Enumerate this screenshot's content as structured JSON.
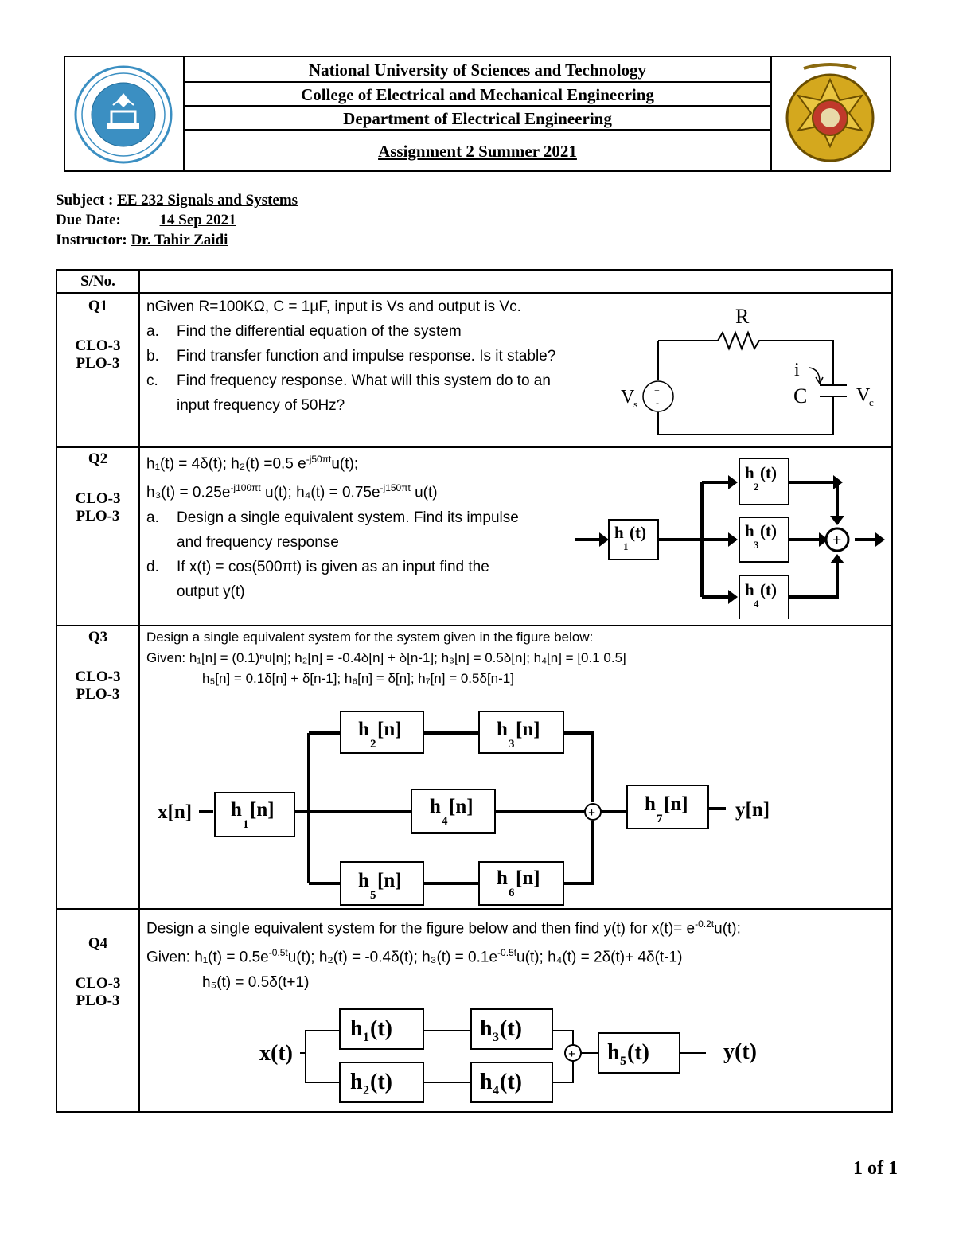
{
  "header": {
    "university": "National University of Sciences and Technology",
    "college": "College of Electrical and Mechanical Engineering",
    "department": "Department of Electrical Engineering",
    "assignment": "Assignment 2 Summer 2021"
  },
  "meta": {
    "subject_label": "Subject :",
    "subject_value": "EE 232 Signals and Systems",
    "due_label": "Due Date:",
    "due_value": "14 Sep 2021",
    "instructor_label": "Instructor:",
    "instructor_value": "Dr. Tahir Zaidi"
  },
  "table": {
    "col_header": "S/No."
  },
  "q1": {
    "num": "Q1",
    "clo": "CLO-3",
    "plo": "PLO-3",
    "intro": "nGiven R=100KΩ, C = 1µF, input is Vs and output is Vc.",
    "a_lbl": "a.",
    "a": "Find the differential equation of the system",
    "b_lbl": "b.",
    "b": "Find transfer function and impulse response. Is it stable?",
    "c_lbl": "c.",
    "c1": "Find frequency response. What will this system do to an",
    "c2": "input frequency of 50Hz?",
    "fig": {
      "r": "R",
      "i": "i",
      "c": "C",
      "vs": "V",
      "vs_sub": "s",
      "vc": "V",
      "vc_sub": "c"
    }
  },
  "q2": {
    "num": "Q2",
    "clo": "CLO-3",
    "plo": "PLO-3",
    "line1": "h₁(t) = 4δ(t); h₂(t) =0.5 e",
    "line1_sup": "-j50πt",
    "line1_end": "u(t);",
    "line2a": "h₃(t) = 0.25e",
    "line2a_sup": "-j100πt",
    "line2b": " u(t); h₄(t) = 0.75e",
    "line2b_sup": "-j150πt",
    "line2c": " u(t)",
    "a_lbl": "a.",
    "a1": "Design a single equivalent system. Find its impulse",
    "a2": "and frequency response",
    "d_lbl": "d.",
    "d1": "If x(t) = cos(500πt) is given as an input find the",
    "d2": "output y(t)",
    "fig": {
      "h": "h",
      "t": "(t)",
      "s1": "1",
      "s2": "2",
      "s3": "3",
      "s4": "4",
      "plus": "+"
    }
  },
  "q3": {
    "num": "Q3",
    "clo": "CLO-3",
    "plo": "PLO-3",
    "intro": "Design a single equivalent system for the system given in the figure below:",
    "given1": "Given: h₁[n] = (0.1)ⁿu[n]; h₂[n] = -0.4δ[n] + δ[n-1]; h₃[n] = 0.5δ[n]; h₄[n] = [0.1  0.5]",
    "given2": "h₅[n] = 0.1δ[n] + δ[n-1]; h₆[n] = δ[n]; h₇[n] =  0.5δ[n-1]",
    "fig": {
      "x": "x[n]",
      "y": "y[n]",
      "h": "h",
      "n": "[n]",
      "s1": "1",
      "s2": "2",
      "s3": "3",
      "s4": "4",
      "s5": "5",
      "s6": "6",
      "s7": "7",
      "plus": "+"
    }
  },
  "q4": {
    "num": "Q4",
    "clo": "CLO-3",
    "plo": "PLO-3",
    "intro_a": "Design a single equivalent system for the figure below and then find y(t) for x(t)= e",
    "intro_sup": "-0.2t",
    "intro_b": "u(t):",
    "g1a": "Given: h₁(t) = 0.5e",
    "g1a_sup": "-0.5t",
    "g1b": "u(t);  h₂(t) = -0.4δ(t);  h₃(t) = 0.1e",
    "g1b_sup": "-0.5t",
    "g1c": "u(t);  h₄(t) = 2δ(t)+ 4δ(t-1)",
    "g2": "h₅(t) = 0.5δ(t+1)",
    "fig": {
      "x": "x(t)",
      "y": "y(t)",
      "h": "h",
      "t": "(t)",
      "s1": "1",
      "s2": "2",
      "s3": "3",
      "s4": "4",
      "s5": "5",
      "plus": "+"
    }
  },
  "page": {
    "num": "1 of 1"
  }
}
